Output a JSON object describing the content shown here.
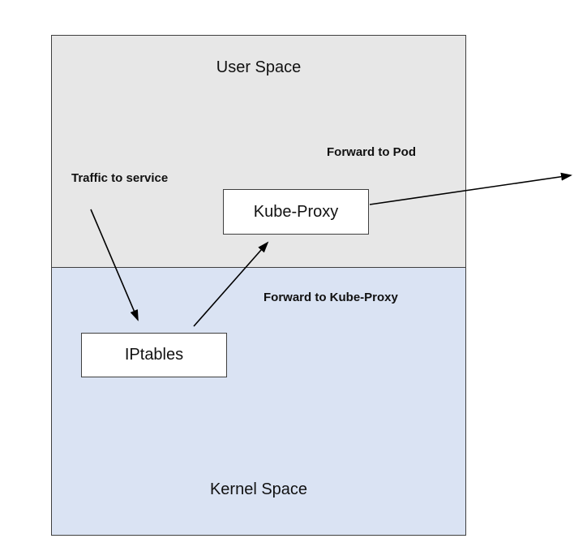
{
  "colors": {
    "user_space_fill": "#e7e7e7",
    "kernel_space_fill": "#dae3f3",
    "node_fill": "#ffffff",
    "border": "#3f3f3f",
    "arrow": "#000000"
  },
  "regions": {
    "user_space": {
      "label": "User Space"
    },
    "kernel_space": {
      "label": "Kernel Space"
    }
  },
  "nodes": {
    "kube_proxy": {
      "label": "Kube-Proxy"
    },
    "iptables": {
      "label": "IPtables"
    }
  },
  "annotations": {
    "traffic_to_service": {
      "label": "Traffic to service"
    },
    "forward_to_pod": {
      "label": "Forward to Pod"
    },
    "forward_to_kube_proxy": {
      "label": "Forward to Kube-Proxy"
    }
  },
  "arrows": [
    {
      "name": "traffic-to-iptables",
      "from": "Traffic to service",
      "to": "IPtables"
    },
    {
      "name": "iptables-to-kube-proxy",
      "from": "IPtables",
      "to": "Kube-Proxy"
    },
    {
      "name": "kube-proxy-forward",
      "from": "Kube-Proxy",
      "to": "off-diagram right"
    }
  ]
}
